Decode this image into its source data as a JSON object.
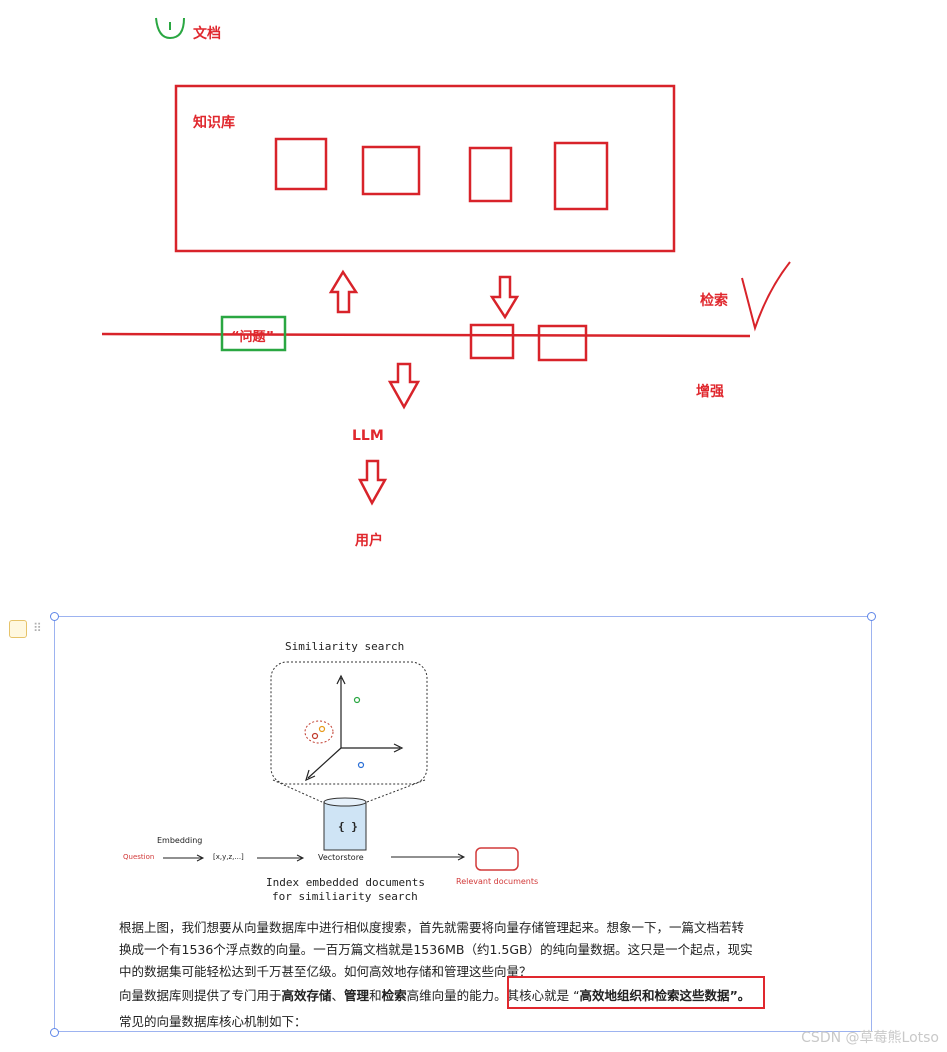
{
  "top": {
    "doc_label": "文档",
    "kb_label": "知识库",
    "question_label": "“问题”",
    "retrieval_label": "检索",
    "augment_label": "增强",
    "llm_label": "LLM",
    "user_label": "用户"
  },
  "figure": {
    "similarity_title": "Similiarity search",
    "vectorstore_icon": "{ }",
    "embedding_label": "Embedding",
    "question_label": "Question",
    "vector_label": "[x,y,z,...]",
    "vectorstore_label": "Vectorstore",
    "relevant_label": "Relevant documents",
    "caption_line1": "Index embedded documents",
    "caption_line2": "for similiarity search"
  },
  "text": {
    "p1_line1": "根据上图，我们想要从向量数据库中进行相似度搜索，首先就需要将向量存储管理起来。想象一下，一篇文档若转",
    "p1_line2": "换成一个有1536个浮点数的向量。一百万篇文档就是1536MB（约1.5GB）的纯向量数据。这只是一个起点，现实",
    "p1_line3": "中的数据集可能轻松达到千万甚至亿级。如何高效地存储和管理这些向量？",
    "p2_a": "向量数据库则提供了专门用于",
    "p2_b": "高效存储",
    "p2_c": "、",
    "p2_d": "管理",
    "p2_e": "和",
    "p2_f": "检索",
    "p2_g": "高维向量的能力。其核心就是 “",
    "p2_h": "高效地组织和检索这些数据",
    "p2_i": "”。",
    "p3": "常见的向量数据库核心机制如下："
  },
  "watermark": "CSDN @草莓熊Lotso",
  "colors": {
    "sketch_red": "#d8232a",
    "green": "#2aa742",
    "frame_blue": "#9db3f0"
  }
}
